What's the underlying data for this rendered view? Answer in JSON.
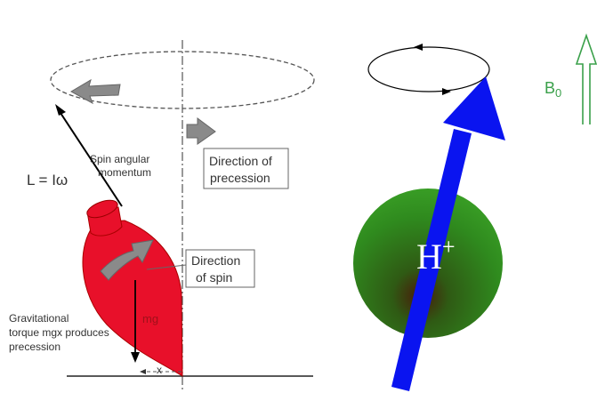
{
  "left_diagram": {
    "angular_momentum_formula": "L = Iω",
    "spin_label_line1": "Spin angular",
    "spin_label_line2": "momentum",
    "precession_box_line1": "Direction of",
    "precession_box_line2": "precession",
    "spin_box_line1": "Direction",
    "spin_box_line2": "of spin",
    "weight_label": "mg",
    "torque_line1": "Gravitational",
    "torque_line2": "torque mgx produces",
    "torque_line3": "precession",
    "lever_arm_label": "x",
    "top_color": "#e8102a"
  },
  "right_diagram": {
    "nucleus_label": "H",
    "nucleus_charge": "+",
    "field_label": "B",
    "field_subscript": "0",
    "sphere_color": "#2f8a1e",
    "spin_arrow_color": "#0a14f0",
    "field_color": "#3aa04a"
  }
}
